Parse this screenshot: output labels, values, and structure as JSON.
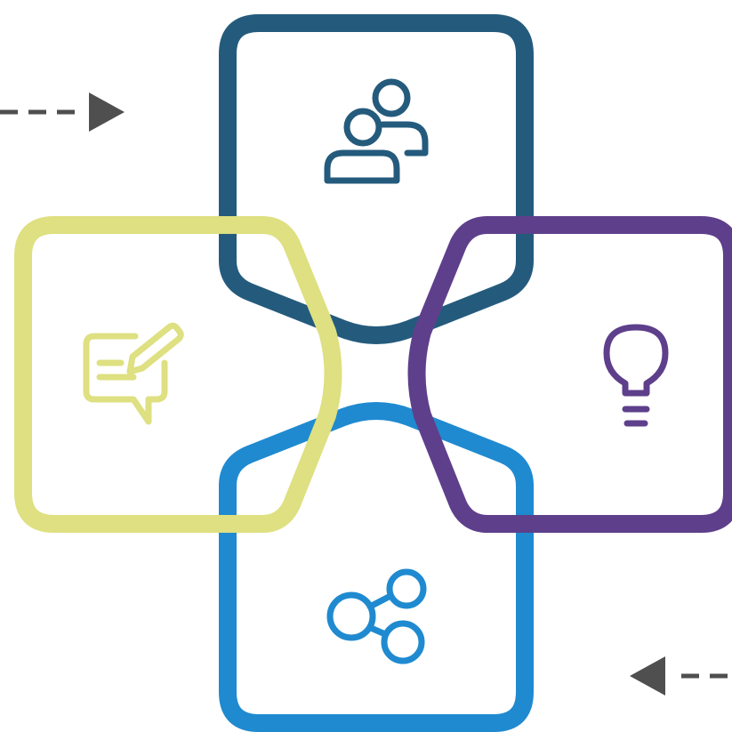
{
  "colors": {
    "people": "#245B7D",
    "feedback": "#DEE081",
    "idea": "#5E3F8B",
    "network": "#1F8AD0",
    "arrow": "#4F4F4F",
    "background": "#FFFFFF"
  },
  "shapes": [
    {
      "id": "top",
      "icon": "people-icon",
      "color_key": "people"
    },
    {
      "id": "left",
      "icon": "edit-message-icon",
      "color_key": "feedback"
    },
    {
      "id": "right",
      "icon": "lightbulb-icon",
      "color_key": "idea"
    },
    {
      "id": "bottom",
      "icon": "share-network-icon",
      "color_key": "network"
    }
  ],
  "arrows": [
    {
      "id": "top-left-arrow",
      "direction": "right"
    },
    {
      "id": "bottom-right-arrow",
      "direction": "left"
    }
  ]
}
